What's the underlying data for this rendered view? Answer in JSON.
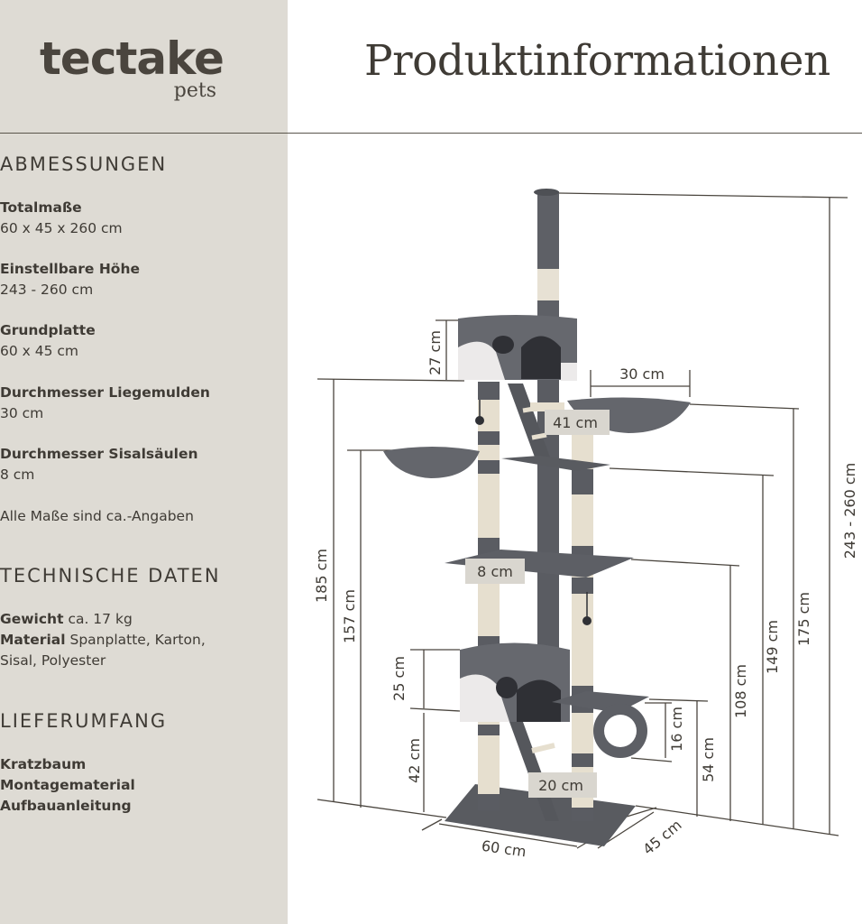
{
  "brand": {
    "name": "tectake",
    "sub": "pets"
  },
  "title": "Produktinformationen",
  "sections": {
    "dimensions": {
      "heading": "ABMESSUNGEN",
      "items": [
        {
          "label": "Totalmaße",
          "value": "60 x 45 x 260 cm"
        },
        {
          "label": "Einstellbare Höhe",
          "value": "243 - 260 cm"
        },
        {
          "label": "Grundplatte",
          "value": "60 x 45 cm"
        },
        {
          "label": "Durchmesser Liegemulden",
          "value": "30 cm"
        },
        {
          "label": "Durchmesser Sisalsäulen",
          "value": "8 cm"
        }
      ],
      "note": "Alle Maße sind ca.-Angaben"
    },
    "technical": {
      "heading": "TECHNISCHE DATEN",
      "weight_label": "Gewicht",
      "weight_value": "ca. 17 kg",
      "material_label": "Material",
      "material_value": "Spanplatte, Karton, Sisal, Polyester"
    },
    "scope": {
      "heading": "LIEFERUMFANG",
      "items": [
        "Kratzbaum",
        "Montagematerial",
        "Aufbauanleitung"
      ]
    }
  },
  "diagram": {
    "labels": {
      "h_total": "243 - 260 cm",
      "h_175": "175 cm",
      "h_149": "149 cm",
      "h_108": "108 cm",
      "h_54": "54 cm",
      "h_16": "16 cm",
      "h_185": "185 cm",
      "h_157": "157 cm",
      "h_27": "27 cm",
      "h_25": "25 cm",
      "h_42": "42 cm",
      "w_30": "30 cm",
      "w_41": "41 cm",
      "w_8": "8 cm",
      "w_20": "20 cm",
      "w_60": "60 cm",
      "w_45": "45 cm"
    }
  }
}
